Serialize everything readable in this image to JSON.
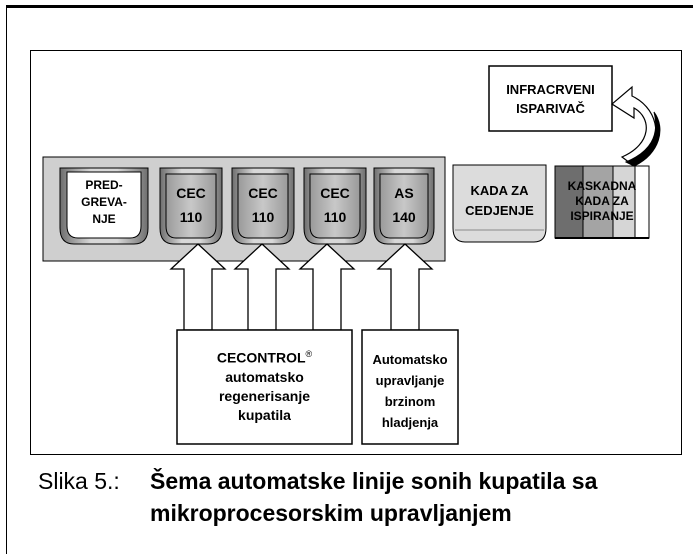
{
  "figure": {
    "preheat": [
      "PRED-",
      "GREVA-",
      "NJE"
    ],
    "tanks": [
      [
        "CEC",
        "110"
      ],
      [
        "CEC",
        "110"
      ],
      [
        "CEC",
        "110"
      ],
      [
        "AS",
        "140"
      ]
    ],
    "drain": [
      "KADA ZA",
      "CEDJENJE"
    ],
    "cascade": [
      "KASKADNA",
      "KADA ZA",
      "ISPIRANJE"
    ],
    "ir": [
      "INFRACRVENI",
      "ISPARIVAČ"
    ],
    "cecontrol": {
      "title": "CECONTROL",
      "mark": "®",
      "lines": [
        "automatsko",
        "regenerisanje",
        "kupatila"
      ]
    },
    "automatic": [
      "Automatsko",
      "upravljanje",
      "brzinom",
      "hladjenja"
    ]
  },
  "caption": {
    "prefix": "Slika 5.:",
    "line1": "Šema automatske linije sonih kupatila sa",
    "line2": "mikroprocesorskim upravljanjem"
  }
}
